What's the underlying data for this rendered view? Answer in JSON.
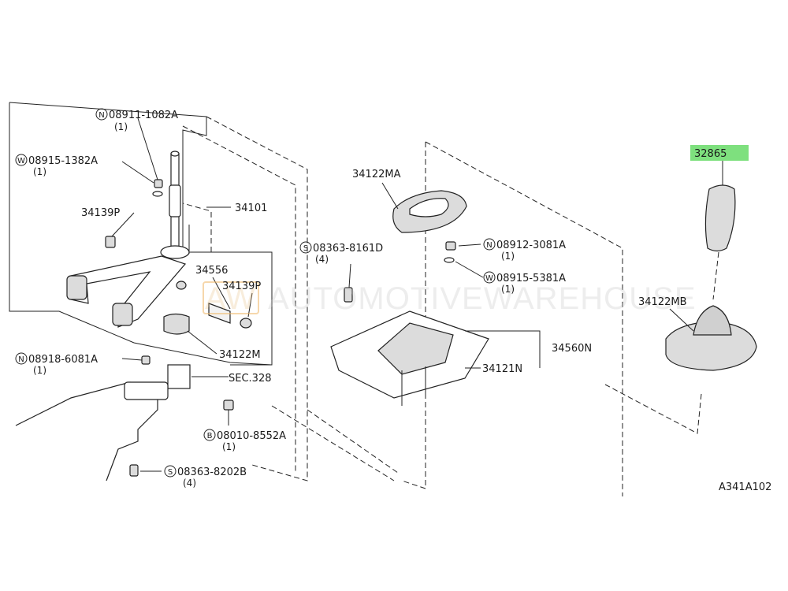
{
  "diagram": {
    "code": "A341A102",
    "watermark": "AUTOMOTIVEWAREHOUSE",
    "highlight_color": "#7ee07e",
    "labels": {
      "n_08911": {
        "prefix": "N",
        "text": "08911-1082A",
        "count": "(1)"
      },
      "w_08915_1382": {
        "prefix": "W",
        "text": "08915-1382A",
        "count": "(1)"
      },
      "p34139_a": {
        "text": "34139P"
      },
      "p34101": {
        "text": "34101"
      },
      "p34556": {
        "text": "34556"
      },
      "p34139_b": {
        "text": "34139P"
      },
      "p34122m": {
        "text": "34122M"
      },
      "n_08918": {
        "prefix": "N",
        "text": "08918-6081A",
        "count": "(1)"
      },
      "sec328": {
        "text": "SEC.328"
      },
      "b_08010": {
        "prefix": "B",
        "text": "08010-8552A",
        "count": "(1)"
      },
      "s_08363_8202": {
        "prefix": "S",
        "text": "08363-8202B",
        "count": "(4)"
      },
      "p34122ma": {
        "text": "34122MA"
      },
      "s_08363_8161": {
        "prefix": "S",
        "text": "08363-8161D",
        "count": "(4)"
      },
      "n_08912": {
        "prefix": "N",
        "text": "08912-3081A",
        "count": "(1)"
      },
      "w_08915_5381": {
        "prefix": "W",
        "text": "08915-5381A",
        "count": "(1)"
      },
      "p34560n": {
        "text": "34560N"
      },
      "p34121n": {
        "text": "34121N"
      },
      "p32865": {
        "text": "32865"
      },
      "p34122mb": {
        "text": "34122MB"
      }
    }
  }
}
